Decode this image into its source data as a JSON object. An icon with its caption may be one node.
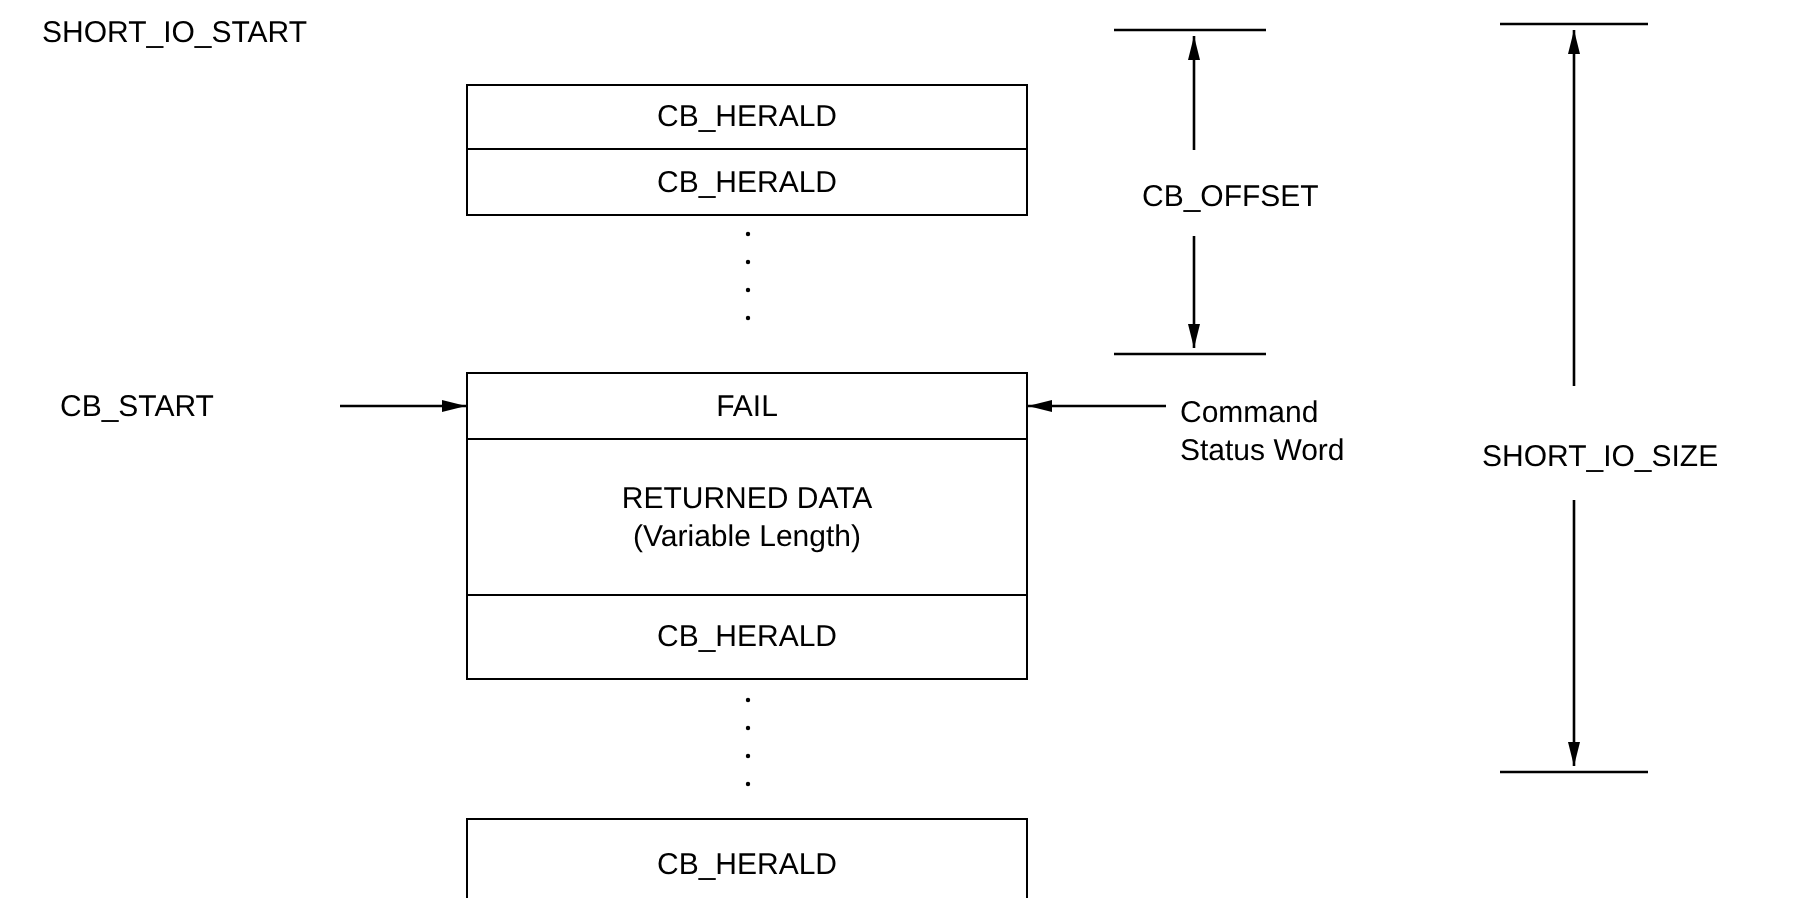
{
  "diagram": {
    "nodes": [
      {
        "text": [
          "CB_HERALD"
        ]
      },
      {
        "text": [
          "CB_HERALD"
        ]
      },
      {
        "text": [
          "FAIL"
        ]
      },
      {
        "text": [
          "RETURNED DATA (Variable Length)"
        ]
      },
      {
        "text": [
          "CB_HERALD"
        ]
      },
      {
        "text": [
          "CB_HERALD"
        ]
      },
      {
        "text": [
          "CB_START"
        ]
      },
      {
        "text": [
          "Command Status Word"
        ]
      }
    ],
    "edges": [
      {
        "from": 6,
        "to": 2,
        "arrow": "to"
      },
      {
        "from": 7,
        "to": 2,
        "arrow": "to"
      }
    ],
    "labels": [
      "SHORT_IO_START",
      "CB_OFFSET",
      "SHORT_IO_SIZE"
    ]
  }
}
